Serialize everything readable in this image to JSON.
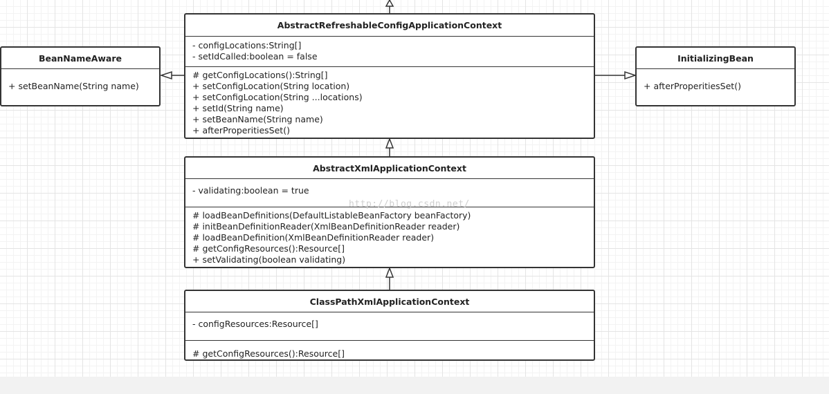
{
  "classes": {
    "refreshable": {
      "name": "AbstractRefreshableConfigApplicationContext",
      "attributes": [
        "- configLocations:String[]",
        "- setIdCalled:boolean = false"
      ],
      "methods": [
        "# getConfigLocations():String[]",
        "+ setConfigLocation(String location)",
        "+ setConfigLocation(String ...locations)",
        "+ setId(String name)",
        "+ setBeanName(String name)",
        "+ afterProperitiesSet()"
      ]
    },
    "beanNameAware": {
      "name": "BeanNameAware",
      "attributes": [],
      "methods": [
        "+ setBeanName(String name)"
      ]
    },
    "initializingBean": {
      "name": "InitializingBean",
      "attributes": [],
      "methods": [
        "+ afterProperitiesSet()"
      ]
    },
    "xml": {
      "name": "AbstractXmlApplicationContext",
      "attributes": [
        "- validating:boolean = true"
      ],
      "methods": [
        "# loadBeanDefinitions(DefaultListableBeanFactory beanFactory)",
        "# initBeanDefinitionReader(XmlBeanDefinitionReader reader)",
        "# loadBeanDefinition(XmlBeanDefinitionReader reader)",
        "# getConfigResources():Resource[]",
        "+ setValidating(boolean validating)"
      ]
    },
    "classpath": {
      "name": "ClassPathXmlApplicationContext",
      "attributes": [
        "- configResources:Resource[]"
      ],
      "methods": [
        "# getConfigResources():Resource[]"
      ]
    }
  },
  "watermark": "http://blog.csdn.net/"
}
